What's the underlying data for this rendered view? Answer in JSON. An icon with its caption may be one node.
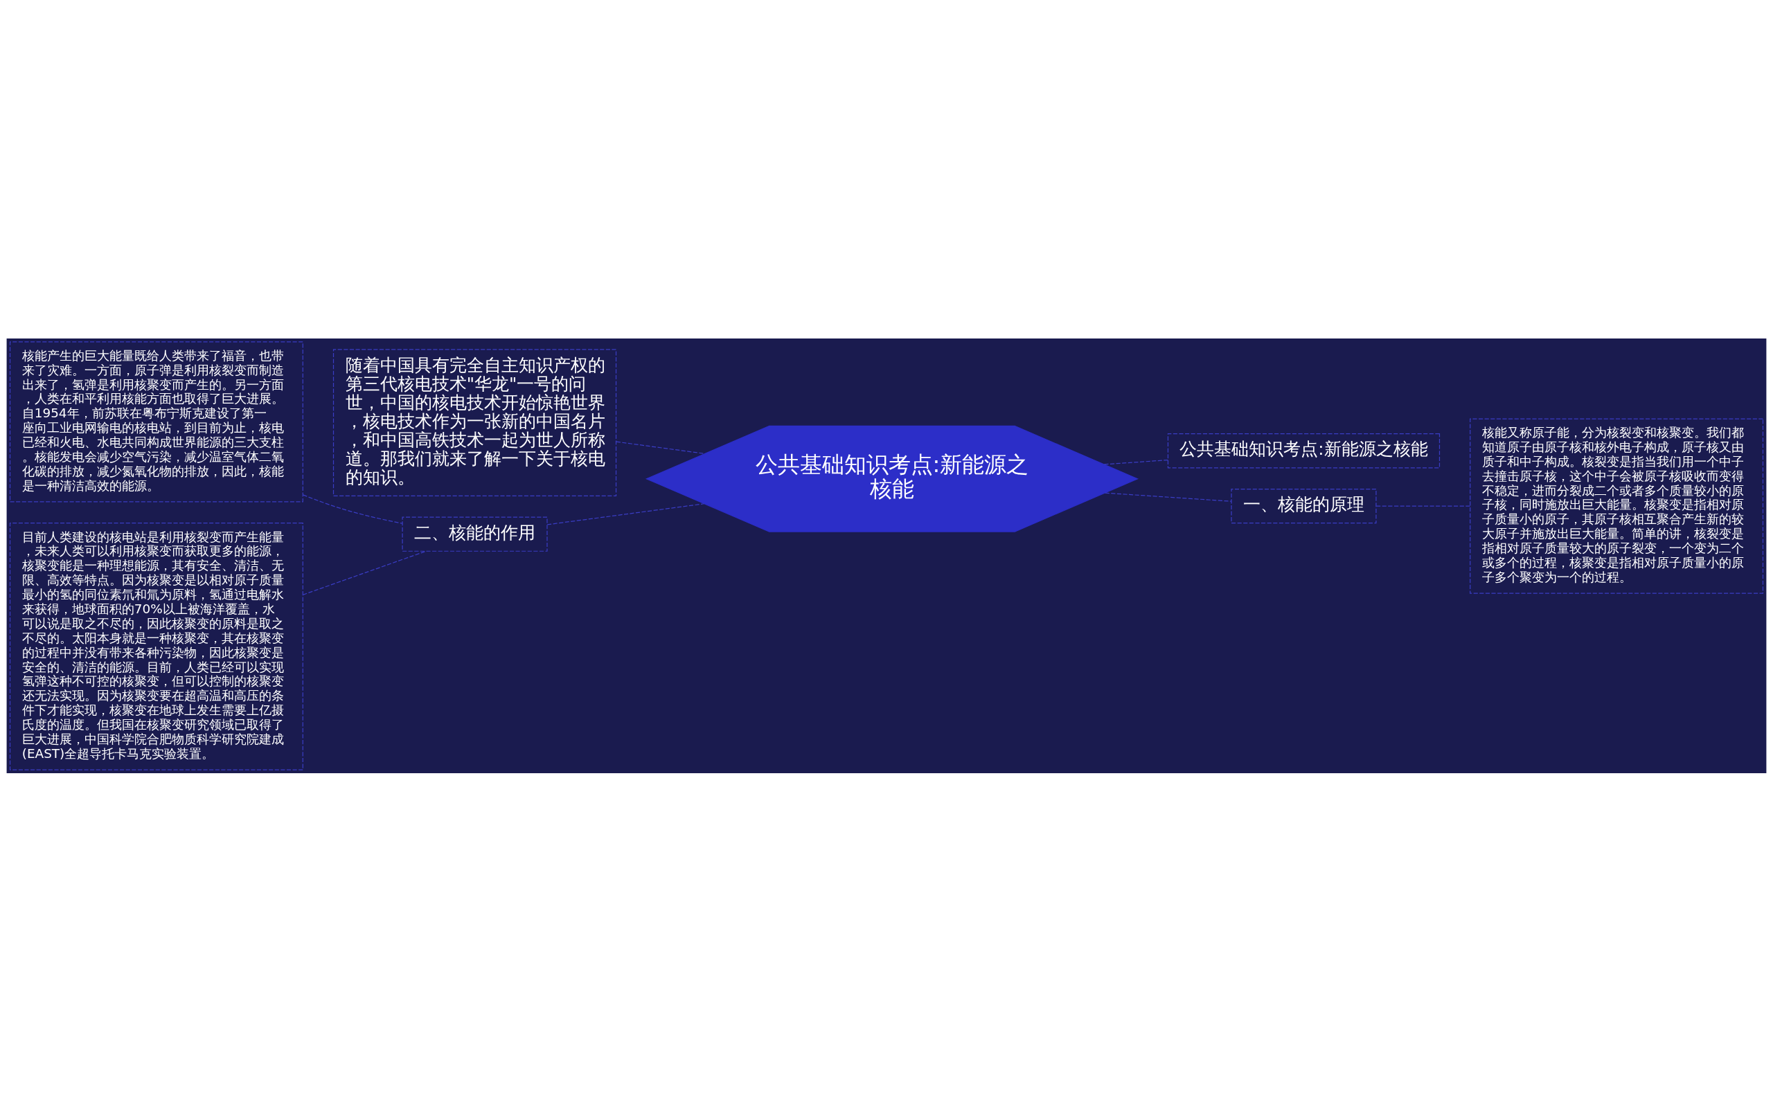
{
  "diagram": {
    "nodes": [
      {
        "text": [
          "公共基础知识考点:新能源之核能"
        ]
      },
      {
        "text": [
          "随着中国具有完全自主知识产权的第三代核电技术\"华龙\"一号的问世，中国的核电技术开始惊艳世界，核电技术作为一张新的中国名片，和中国高铁技术一起为世人所称道。那我们就来了解一下关于核电的知识。"
        ]
      },
      {
        "text": [
          "二、核能的作用"
        ]
      },
      {
        "text": [
          "核能产生的巨大能量既给人类带来了福音，也带来了灾难。一方面，原子弹是利用核裂变而制造出来了，氢弹是利用核聚变而产生的。另一方面，人类在和平利用核能方面也取得了巨大进展。自1954年，前苏联在粤布宁斯克建设了第一座向工业电网输电的核电站，到目前为止，核电已经和火电、水电共同构成世界能源的三大支柱。核能发电会减少空气污染，减少温室气体二氧化碳的排放，减少氮氧化物的排放，因此，核能是一种清洁高效的能源。"
        ]
      },
      {
        "text": [
          "目前人类建设的核电站是利用核裂变而产生能量，未来人类可以利用核聚变而获取更多的能源，核聚变能是一种理想能源，其有安全、清洁、无限、高效等特点。因为核聚变是以相对原子质量最小的氢的同位素氘和氚为原料，氢通过电解水来获得，地球面积的70%以上被海洋覆盖，水可以说是取之不尽的，因此核聚变的原料是取之不尽的。太阳本身就是一种核聚变，其在核聚变的过程中并没有带来各种污染物，因此核聚变是安全的、清洁的能源。目前，人类已经可以实现氢弹这种不可控的核聚变，但可以控制的核聚变还无法实现。因为核聚变要在超高温和高压的条件下才能实现，核聚变在地球上发生需要上亿摄氏度的温度。但我国在核聚变研究领域已取得了巨大进展，中国科学院合肥物质科学研究院建成(EAST)全超导托卡马克实验装置。"
        ]
      },
      {
        "text": [
          "公共基础知识考点:新能源之核能"
        ]
      },
      {
        "text": [
          "一、核能的原理"
        ]
      },
      {
        "text": [
          "核能又称原子能，分为核裂变和核聚变。我们都知道原子由原子核和核外电子构成，原子核又由质子和中子构成。核裂变是指当我们用一个中子去撞击原子核，这个中子会被原子核吸收而变得不稳定，进而分裂成二个或者多个质量较小的原子核，同时施放出巨大能量。核聚变是指相对原子质量小的原子，其原子核相互聚合产生新的较大原子并施放出巨大能量。简单的讲，核裂变是指相对原子质量较大的原子裂变，一个变为二个或多个的过程，核聚变是指相对原子质量小的原子多个聚变为一个的过程。"
        ]
      }
    ],
    "edges": [
      {
        "from": 0,
        "to": 1,
        "arrow": "none",
        "style": "dashed"
      },
      {
        "from": 0,
        "to": 2,
        "arrow": "none",
        "style": "dashed"
      },
      {
        "from": 2,
        "to": 3,
        "arrow": "none",
        "style": "dashed"
      },
      {
        "from": 2,
        "to": 4,
        "arrow": "none",
        "style": "dashed"
      },
      {
        "from": 0,
        "to": 5,
        "arrow": "none",
        "style": "dashed"
      },
      {
        "from": 0,
        "to": 6,
        "arrow": "none",
        "style": "dashed"
      },
      {
        "from": 6,
        "to": 7,
        "arrow": "none",
        "style": "dashed"
      }
    ]
  }
}
